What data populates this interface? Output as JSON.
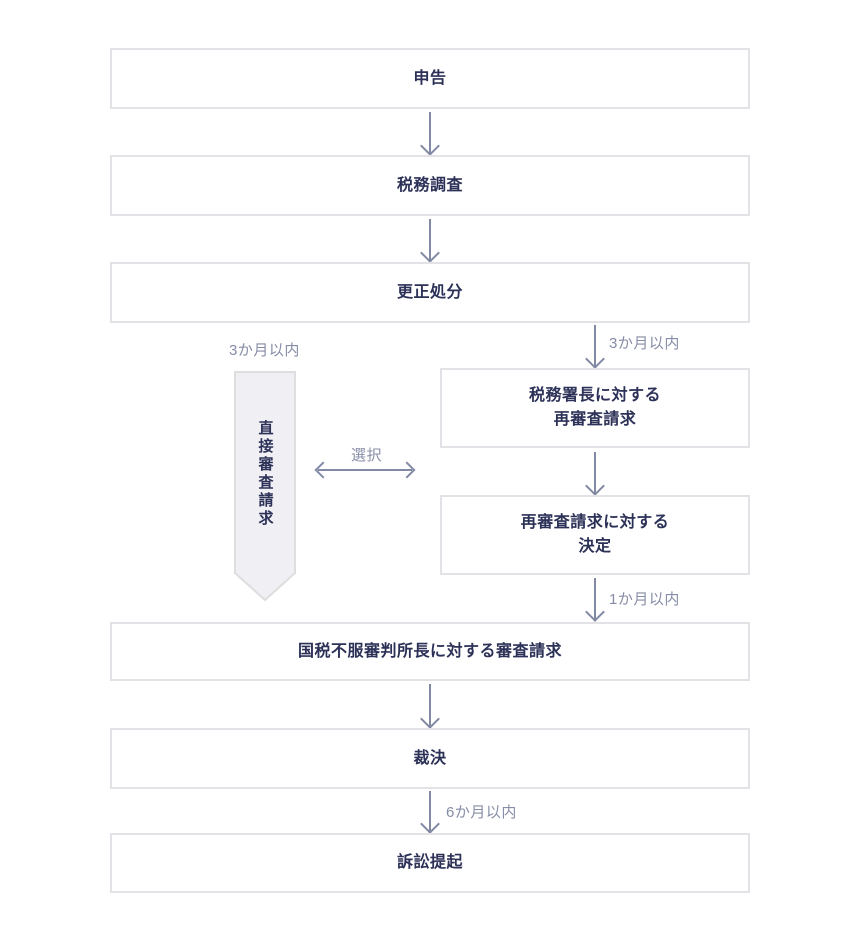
{
  "diagram": {
    "type": "flowchart",
    "colors": {
      "box_border": "#e2e2e7",
      "box_text": "#2c3157",
      "arrow": "#8289a4",
      "label_text": "#878da6",
      "banner_fill": "#efeff4",
      "banner_border": "#dededf",
      "page_bg": "#ffffff"
    },
    "nodes": {
      "shinkoku": {
        "label": "申告"
      },
      "zeimu_chosa": {
        "label": "税務調査"
      },
      "kosei_shobun": {
        "label": "更正処分"
      },
      "saishinsa_seikyu": {
        "line1": "税務署長に対する",
        "line2": "再審査請求"
      },
      "saishinsa_kettei": {
        "line1": "再審査請求に対する",
        "line2": "決定"
      },
      "chokusetsu_shinsa": {
        "label": "直接審査請求"
      },
      "shinsa_seikyu": {
        "label": "国税不服審判所長に対する審査請求"
      },
      "saiketsu": {
        "label": "裁決"
      },
      "sosho_teiki": {
        "label": "訴訟提起"
      }
    },
    "edge_labels": {
      "direct_deadline": "3か月以内",
      "reexam_deadline": "3か月以内",
      "choice": "選択",
      "review_deadline": "1か月以内",
      "suit_deadline": "6か月以内"
    }
  }
}
